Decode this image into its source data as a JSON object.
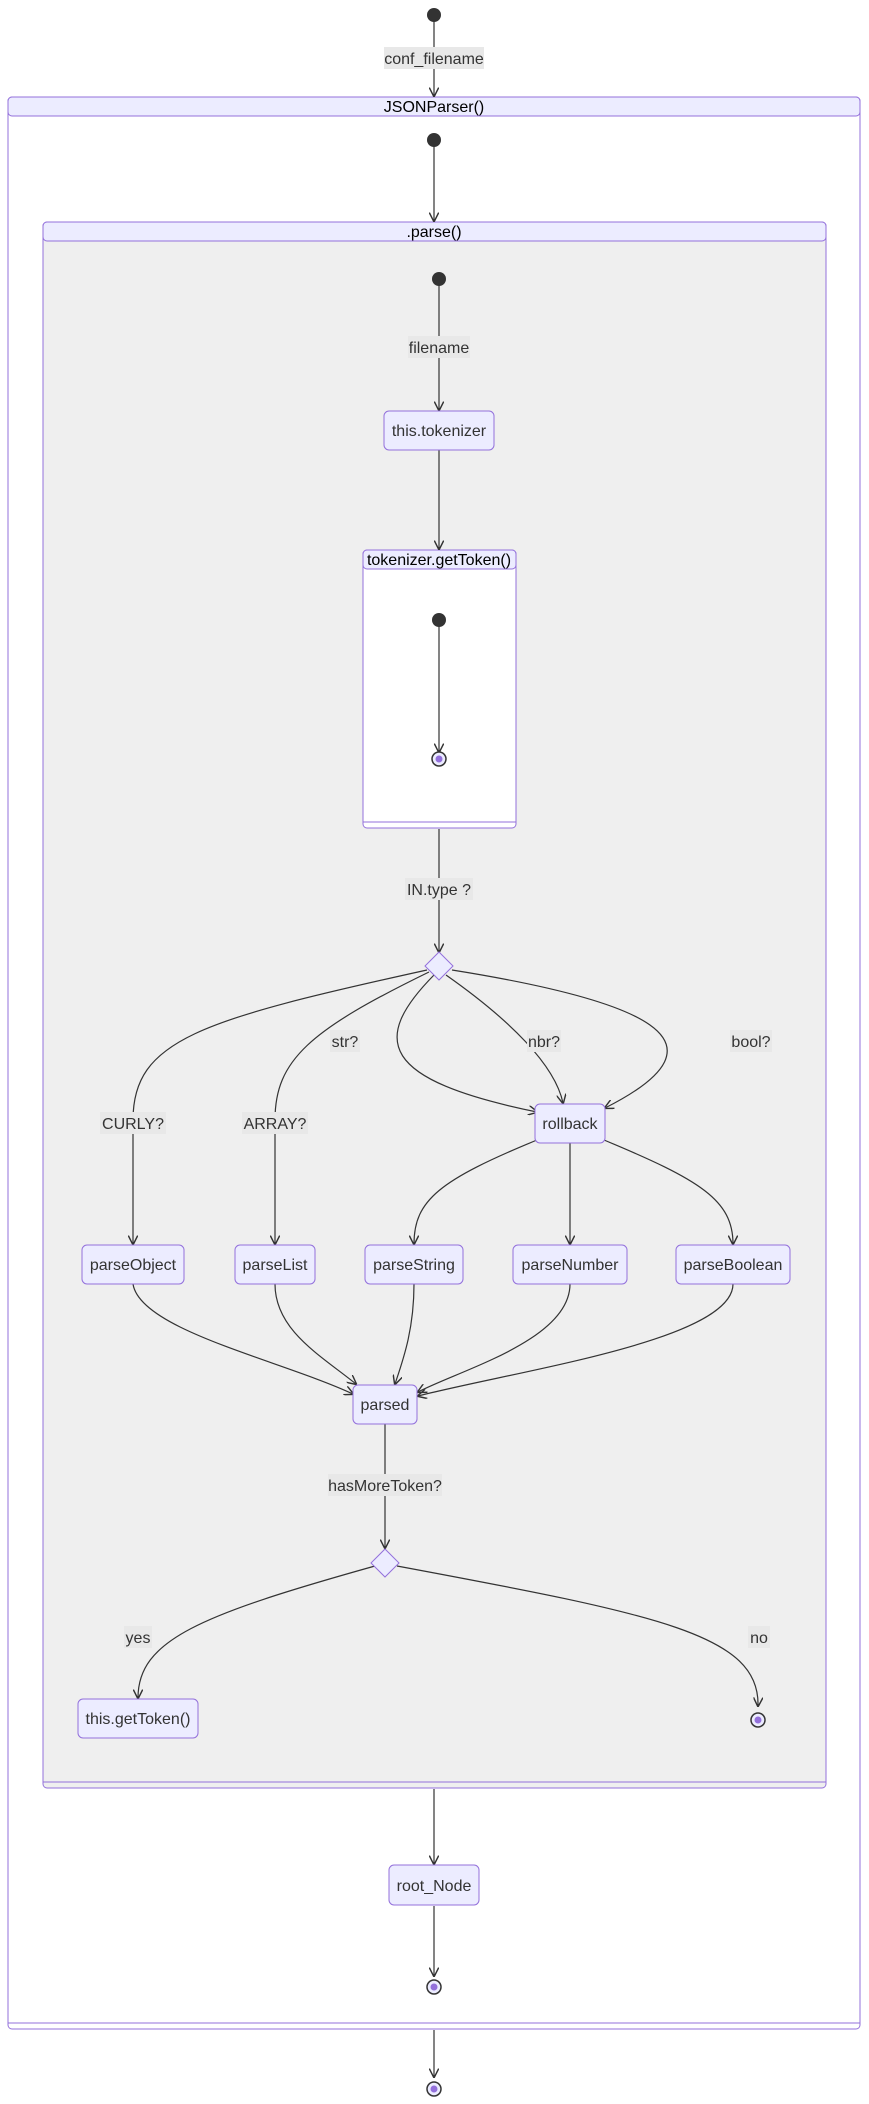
{
  "clusters": {
    "json_parser": "JSONParser()",
    "parse": ".parse()",
    "get_token": "tokenizer.getToken()"
  },
  "nodes": {
    "this_tokenizer": "this.tokenizer",
    "rollback": "rollback",
    "parse_object": "parseObject",
    "parse_list": "parseList",
    "parse_string": "parseString",
    "parse_number": "parseNumber",
    "parse_boolean": "parseBoolean",
    "parsed": "parsed",
    "this_get_token": "this.getToken()",
    "root_node": "root_Node"
  },
  "edge_labels": {
    "conf_filename": "conf_filename",
    "filename": "filename",
    "in_type": "IN.type ?",
    "str": "str?",
    "nbr": "nbr?",
    "bool": "bool?",
    "curly": "CURLY?",
    "array": "ARRAY?",
    "has_more_token": "hasMoreToken?",
    "yes": "yes",
    "no": "no"
  },
  "colors": {
    "node_fill": "#ECECFF",
    "node_stroke": "#9370DB",
    "cluster_fill": "#EFEFEF",
    "edge": "#333333",
    "label_bg": "#E8E8E8"
  }
}
